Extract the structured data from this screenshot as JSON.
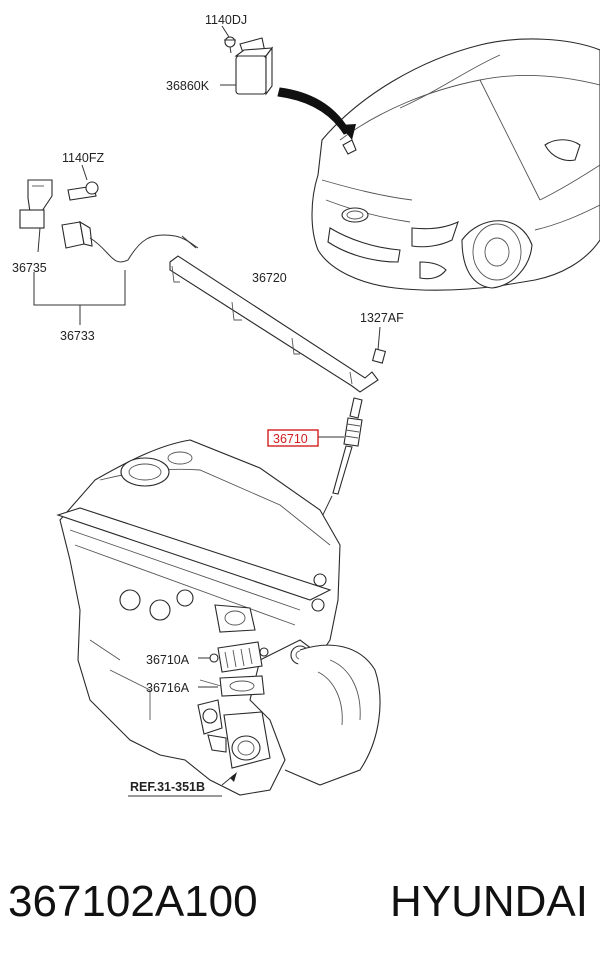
{
  "labels": {
    "bolt_top": "1140DJ",
    "relay": "36860K",
    "bolt_left": "1140FZ",
    "bracket": "36735",
    "harness": "36720",
    "harness_assy": "36733",
    "nut": "1327AF",
    "glow_plug": "36710",
    "egr_valve": "36710A",
    "gasket": "36716A",
    "reference": "REF.31-351B"
  },
  "footer": {
    "part_number": "367102A100",
    "brand": "HYUNDAI"
  },
  "colors": {
    "highlight": "#d21e1e",
    "ink": "#222222"
  }
}
